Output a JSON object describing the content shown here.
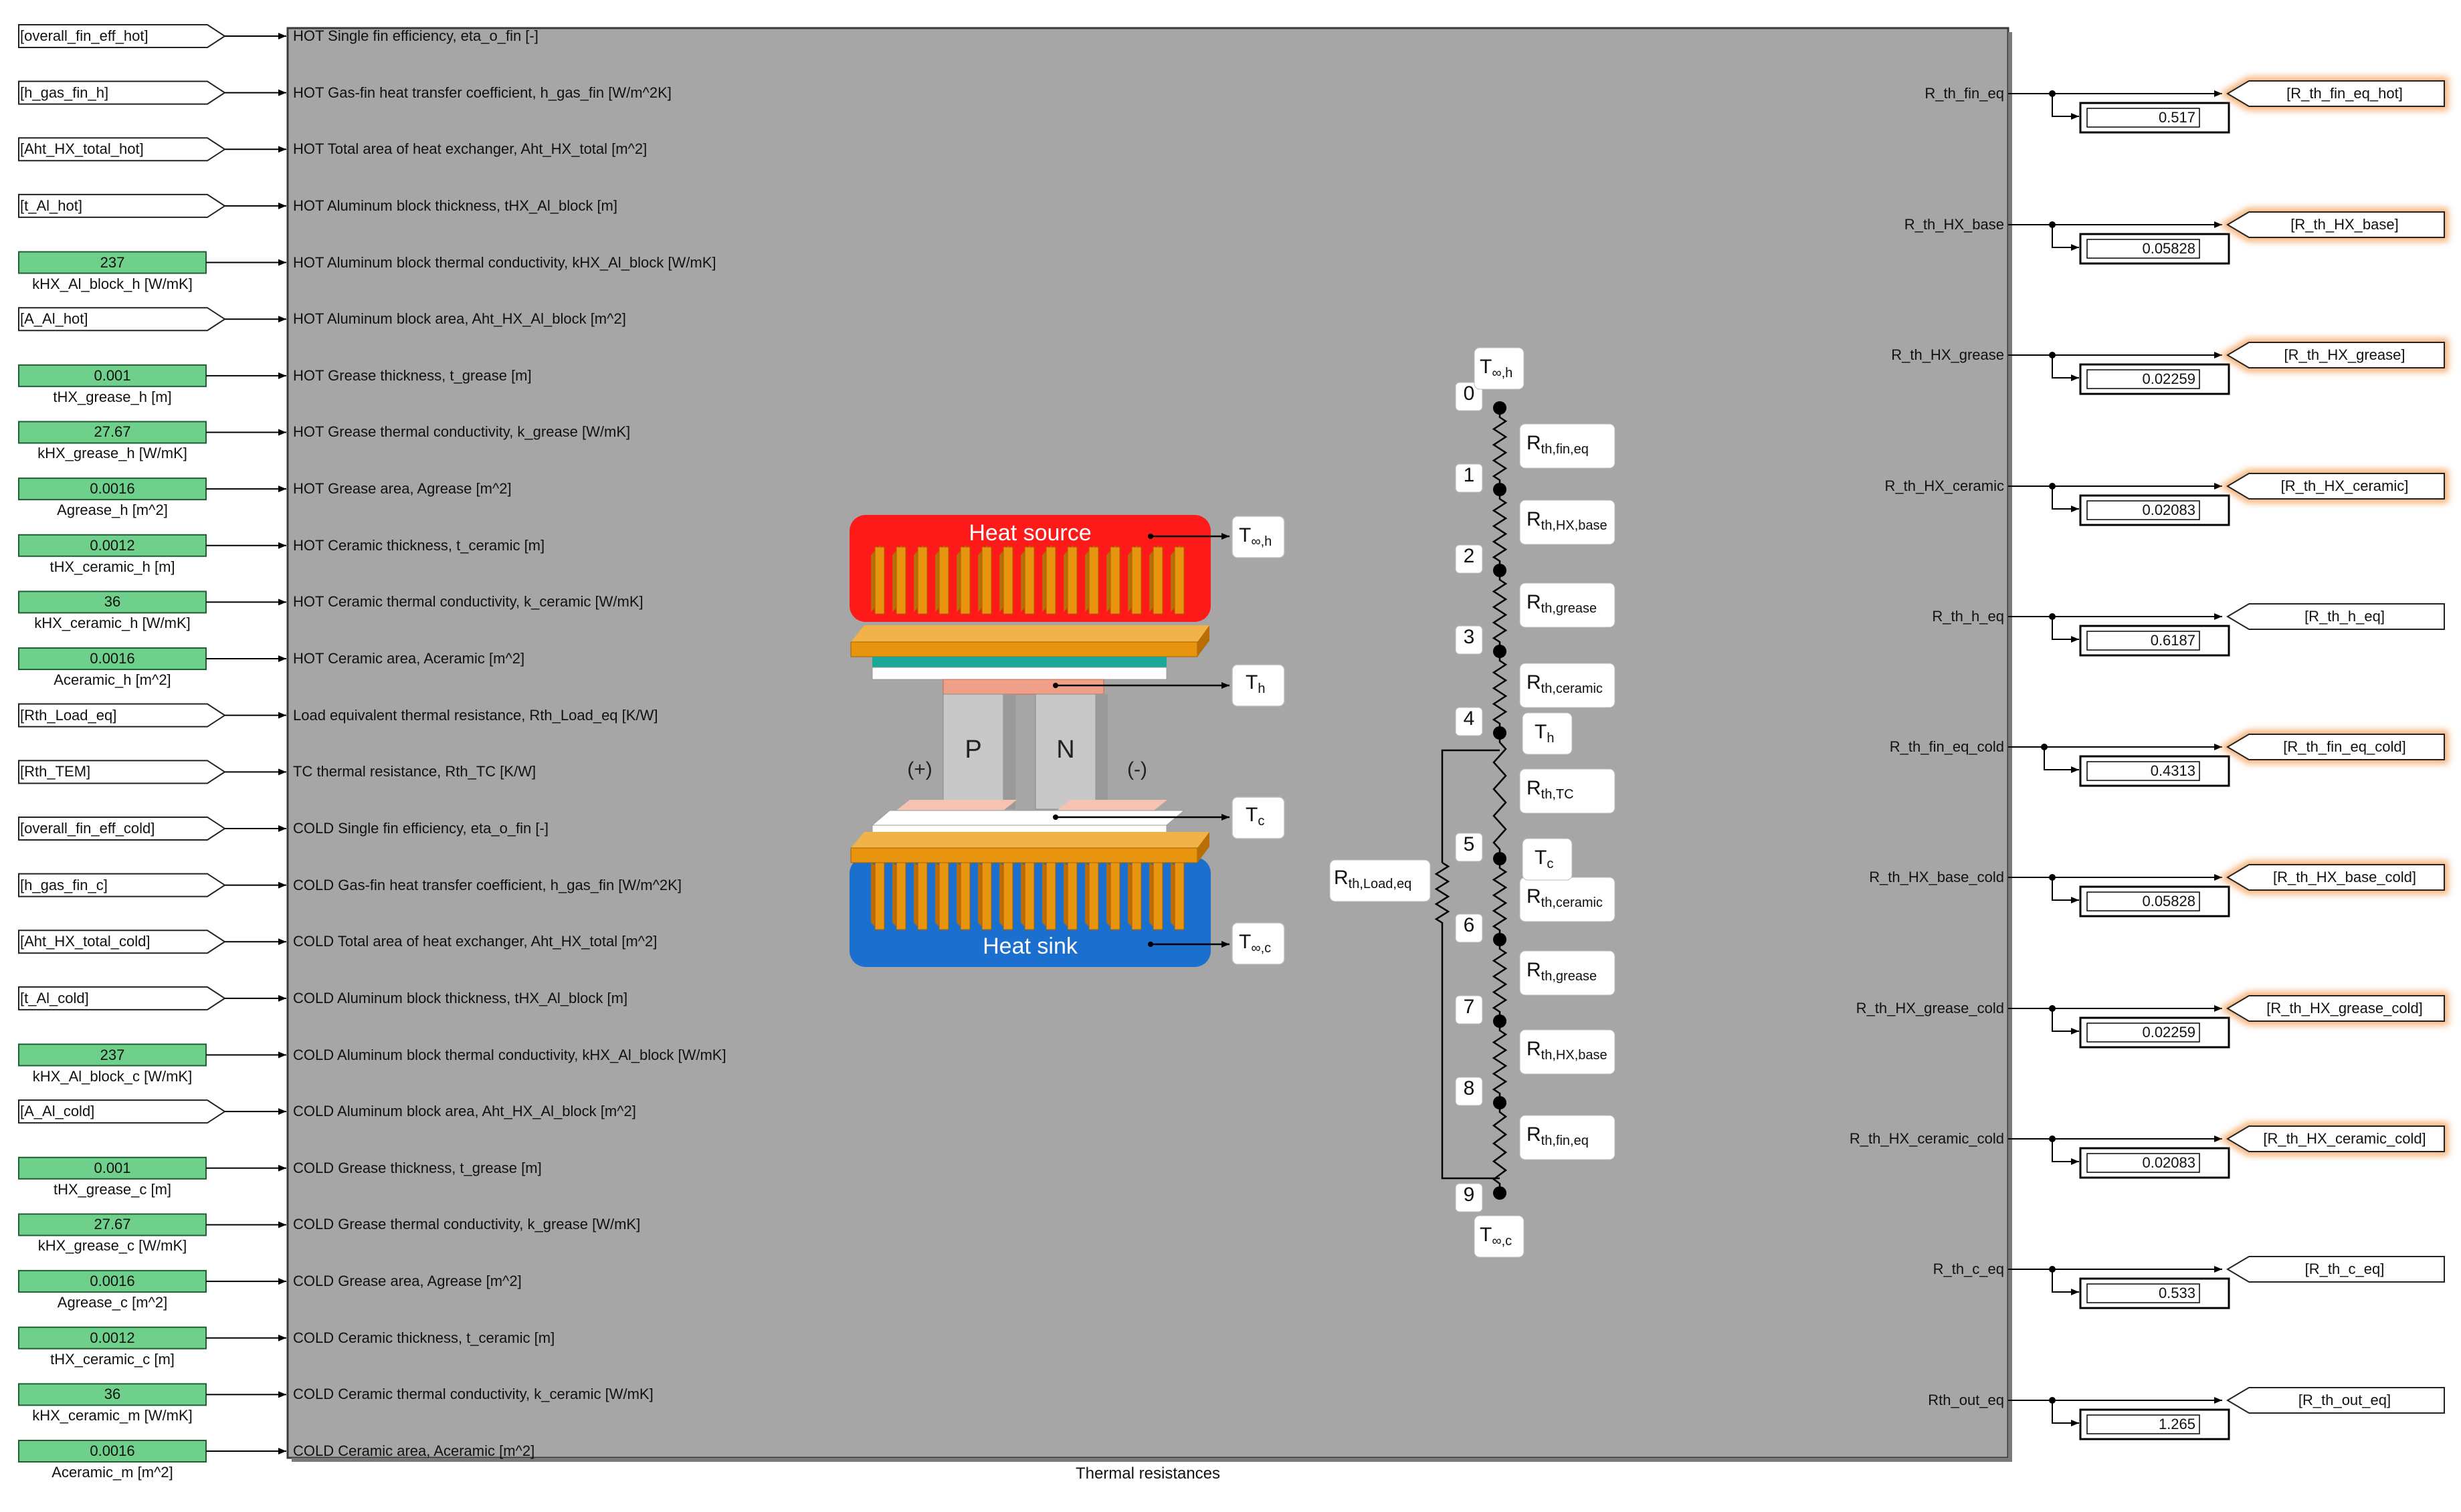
{
  "block": {
    "title": "Thermal resistances",
    "input_labels": [
      "HOT Single fin efficiency, eta_o_fin [-]",
      "HOT Gas-fin heat transfer coefficient, h_gas_fin [W/m^2K]",
      "HOT Total area of heat exchanger, Aht_HX_total [m^2]",
      "HOT Aluminum block thickness, tHX_Al_block  [m]",
      "HOT Aluminum block thermal conductivity, kHX_Al_block [W/mK]",
      "HOT Aluminum block area, Aht_HX_Al_block [m^2]",
      "HOT Grease thickness, t_grease [m]",
      "HOT Grease thermal conductivity, k_grease [W/mK]",
      "HOT Grease area, Agrease [m^2]",
      "HOT Ceramic thickness, t_ceramic [m]",
      "HOT Ceramic thermal conductivity, k_ceramic [W/mK]",
      "HOT Ceramic area, Aceramic [m^2]",
      "Load equivalent thermal resistance, Rth_Load_eq [K/W]",
      "TC thermal resistance, Rth_TC [K/W]",
      "COLD Single fin efficiency, eta_o_fin [-]",
      "COLD Gas-fin heat transfer coefficient, h_gas_fin [W/m^2K]",
      "COLD Total area of heat exchanger, Aht_HX_total [m^2]",
      "COLD Aluminum block thickness, tHX_Al_block  [m]",
      "COLD Aluminum block thermal conductivity, kHX_Al_block [W/mK]",
      "COLD Aluminum block area, Aht_HX_Al_block [m^2]",
      "COLD Grease thickness, t_grease [m]",
      "COLD Grease thermal conductivity, k_grease [W/mK]",
      "COLD Grease area, Agrease [m^2]",
      "COLD Ceramic thickness, t_ceramic [m]",
      "COLD Ceramic thermal conductivity, k_ceramic [W/mK]",
      "COLD Ceramic area, Aceramic [m^2]"
    ],
    "output_labels": [
      "R_th_fin_eq",
      "R_th_HX_base",
      "R_th_HX_grease",
      "R_th_HX_ceramic",
      "R_th_h_eq",
      "R_th_fin_eq_cold",
      "R_th_HX_base_cold",
      "R_th_HX_grease_cold",
      "R_th_HX_ceramic_cold",
      "R_th_c_eq",
      "Rth_out_eq"
    ]
  },
  "sources": [
    {
      "kind": "from",
      "text": "[overall_fin_eff_hot]"
    },
    {
      "kind": "from",
      "text": "[h_gas_fin_h]"
    },
    {
      "kind": "from",
      "text": "[Aht_HX_total_hot]"
    },
    {
      "kind": "from",
      "text": "[t_Al_hot]"
    },
    {
      "kind": "const",
      "text": "237",
      "label": "kHX_Al_block_h [W/mK]"
    },
    {
      "kind": "from",
      "text": "[A_Al_hot]"
    },
    {
      "kind": "const",
      "text": "0.001",
      "label": "tHX_grease_h [m]"
    },
    {
      "kind": "const",
      "text": "27.67",
      "label": "kHX_grease_h [W/mK]"
    },
    {
      "kind": "const",
      "text": "0.0016",
      "label": "Agrease_h [m^2]"
    },
    {
      "kind": "const",
      "text": "0.0012",
      "label": "tHX_ceramic_h [m]"
    },
    {
      "kind": "const",
      "text": "36",
      "label": "kHX_ceramic_h [W/mK]"
    },
    {
      "kind": "const",
      "text": "0.0016",
      "label": "Aceramic_h [m^2]"
    },
    {
      "kind": "from",
      "text": "[Rth_Load_eq]"
    },
    {
      "kind": "from",
      "text": "[Rth_TEM]"
    },
    {
      "kind": "from",
      "text": "[overall_fin_eff_cold]"
    },
    {
      "kind": "from",
      "text": "[h_gas_fin_c]"
    },
    {
      "kind": "from",
      "text": "[Aht_HX_total_cold]"
    },
    {
      "kind": "from",
      "text": "[t_Al_cold]"
    },
    {
      "kind": "const",
      "text": "237",
      "label": "kHX_Al_block_c [W/mK]"
    },
    {
      "kind": "from",
      "text": "[A_Al_cold]"
    },
    {
      "kind": "const",
      "text": "0.001",
      "label": "tHX_grease_c [m]"
    },
    {
      "kind": "const",
      "text": "27.67",
      "label": "kHX_grease_c [W/mK]"
    },
    {
      "kind": "const",
      "text": "0.0016",
      "label": "Agrease_c [m^2]"
    },
    {
      "kind": "const",
      "text": "0.0012",
      "label": "tHX_ceramic_c [m]"
    },
    {
      "kind": "const",
      "text": "36",
      "label": "kHX_ceramic_m [W/mK]"
    },
    {
      "kind": "const",
      "text": "0.0016",
      "label": "Aceramic_m [m^2]"
    }
  ],
  "outputs": [
    {
      "value": "0.517",
      "goto": "[R_th_fin_eq_hot]",
      "highlight": true
    },
    {
      "value": "0.05828",
      "goto": "[R_th_HX_base]",
      "highlight": true
    },
    {
      "value": "0.02259",
      "goto": "[R_th_HX_grease]",
      "highlight": true
    },
    {
      "value": "0.02083",
      "goto": "[R_th_HX_ceramic]",
      "highlight": true
    },
    {
      "value": "0.6187",
      "goto": "[R_th_h_eq]",
      "highlight": false
    },
    {
      "value": "0.4313",
      "goto": "[R_th_fin_eq_cold]",
      "highlight": true
    },
    {
      "value": "0.05828",
      "goto": "[R_th_HX_base_cold]",
      "highlight": true
    },
    {
      "value": "0.02259",
      "goto": "[R_th_HX_grease_cold]",
      "highlight": true
    },
    {
      "value": "0.02083",
      "goto": "[R_th_HX_ceramic_cold]",
      "highlight": true
    },
    {
      "value": "0.533",
      "goto": "[R_th_c_eq]",
      "highlight": false
    },
    {
      "value": "1.265",
      "goto": "[R_th_out_eq]",
      "highlight": false
    }
  ],
  "device": {
    "heat_source": "Heat source",
    "heat_sink": "Heat sink",
    "p_label": "P",
    "n_label": "N",
    "plus_label": "(+)",
    "minus_label": "(-)",
    "t_inf_h": {
      "main": "T",
      "sub": "∞,h"
    },
    "t_h": {
      "main": "T",
      "sub": "h"
    },
    "t_c": {
      "main": "T",
      "sub": "c"
    },
    "t_inf_c": {
      "main": "T",
      "sub": "∞,c"
    }
  },
  "network": {
    "nodes": [
      "0",
      "1",
      "2",
      "3",
      "4",
      "5",
      "6",
      "7",
      "8",
      "9"
    ],
    "resistors": [
      {
        "main": "R",
        "sub": "th,fin,eq"
      },
      {
        "main": "R",
        "sub": "th,HX,base"
      },
      {
        "main": "R",
        "sub": "th,grease"
      },
      {
        "main": "R",
        "sub": "th,ceramic"
      },
      {
        "main": "R",
        "sub": "th,TC"
      },
      {
        "main": "R",
        "sub": "th,ceramic"
      },
      {
        "main": "R",
        "sub": "th,grease"
      },
      {
        "main": "R",
        "sub": "th,HX,base"
      },
      {
        "main": "R",
        "sub": "th,fin,eq"
      }
    ],
    "load": {
      "main": "R",
      "sub": "th,Load,eq"
    },
    "t_inf_h": {
      "main": "T",
      "sub": "∞,h"
    },
    "t_h": {
      "main": "T",
      "sub": "h"
    },
    "t_c": {
      "main": "T",
      "sub": "c"
    },
    "t_inf_c": {
      "main": "T",
      "sub": "∞,c"
    }
  },
  "colors": {
    "block_fill": "#a6a6a6",
    "constant_fill": "#6fd08c",
    "highlight_glow": "#f4a460",
    "heat_source": "#ff1a1a",
    "heat_sink": "#1a6fcf",
    "fin": "#e8940f",
    "ceramic": "#18a999",
    "tec_leg": "#c8c8c8"
  }
}
